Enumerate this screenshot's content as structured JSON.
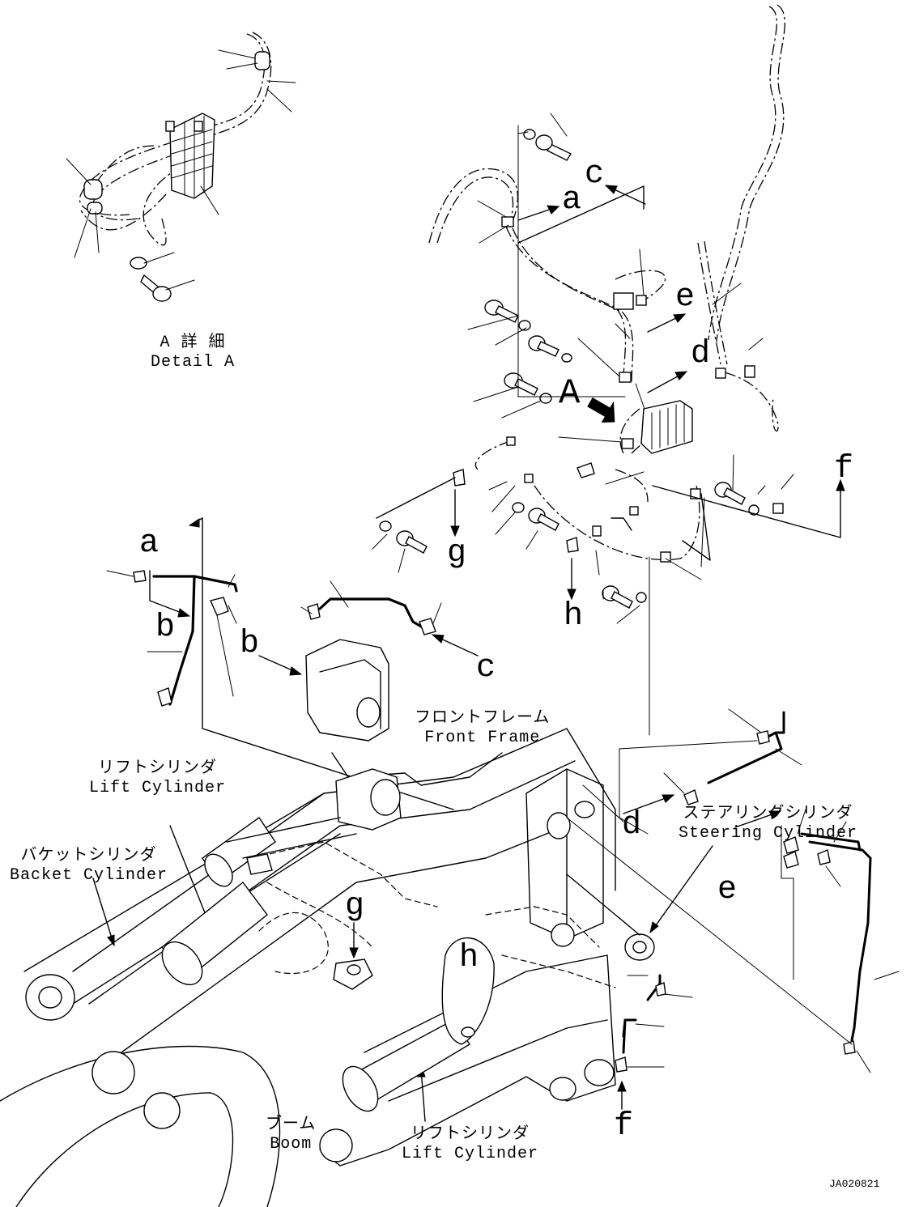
{
  "drawing_id": "JA020821",
  "detail_caption": {
    "jp": "A 詳 細",
    "en": "Detail A"
  },
  "part_names": {
    "front_frame": {
      "jp": "フロントフレーム",
      "en": "Front Frame"
    },
    "lift_cylinder_left": {
      "jp": "リフトシリンダ",
      "en": "Lift Cylinder"
    },
    "bucket_cylinder": {
      "jp": "バケットシリンダ",
      "en": "Backet Cylinder"
    },
    "steering_cylinder": {
      "jp": "ステアリングシリンダ",
      "en": "Steering Cylinder"
    },
    "boom": {
      "jp": "ブーム",
      "en": "Boom"
    },
    "lift_cylinder_right": {
      "jp": "リフトシリンダ",
      "en": "Lift Cylinder"
    }
  },
  "callouts": {
    "A": "A",
    "a_top": "a",
    "c_top": "c",
    "e_top": "e",
    "d_top": "d",
    "f_top": "f",
    "g_top": "g",
    "h_top": "h",
    "a_left": "a",
    "b_left": "b",
    "b_mid": "b",
    "c_mid": "c",
    "d_right": "d",
    "e_right": "e",
    "g_bottom": "g",
    "h_bottom": "h",
    "f_bottom": "f"
  }
}
